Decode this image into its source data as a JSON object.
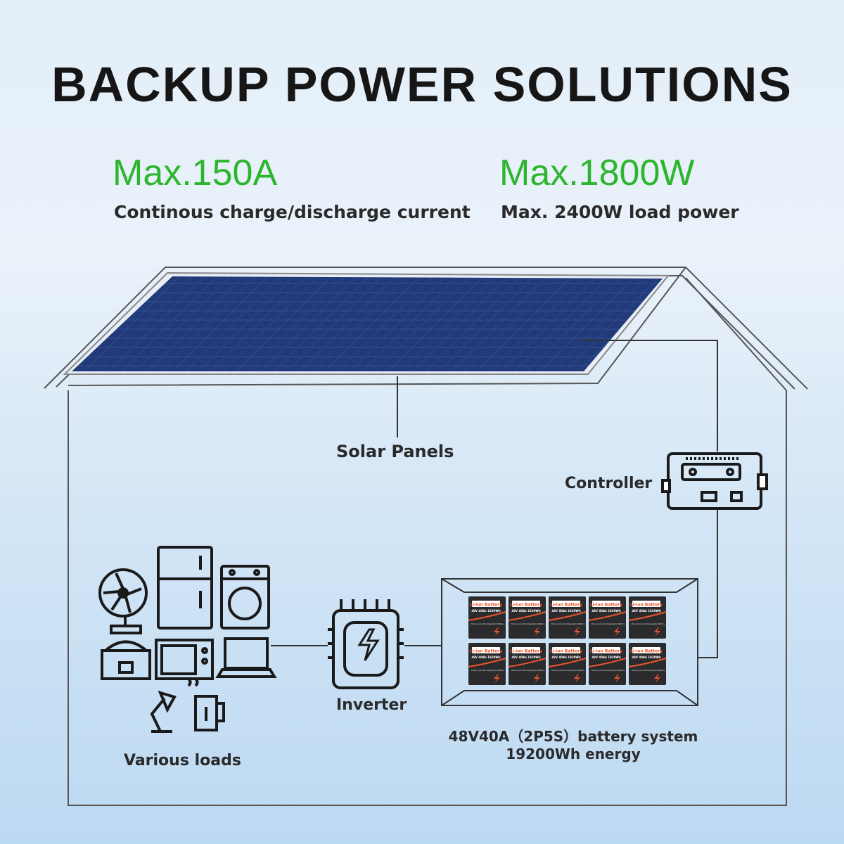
{
  "title": "BACKUP POWER SOLUTIONS",
  "specs": [
    {
      "value": "Max.150A",
      "caption": "Continous charge/discharge current"
    },
    {
      "value": "Max.1800W",
      "caption": "Max. 2400W load power"
    }
  ],
  "labels": {
    "solar_panels": "Solar Panels",
    "controller": "Controller",
    "inverter": "Inverter",
    "loads": "Various loads",
    "battery_line1": "48V40A（2P5S）battery system",
    "battery_line2": "19200Wh energy"
  },
  "battery_module": {
    "brand": "Li-ion Battery",
    "rating": "48V 40Ah 1920Wh",
    "type": "Deep Cycle Rechargeable Battery"
  },
  "colors": {
    "accent_green": "#2db52d",
    "panel_blue": "#27407a",
    "battery_orange": "#e8552a"
  }
}
